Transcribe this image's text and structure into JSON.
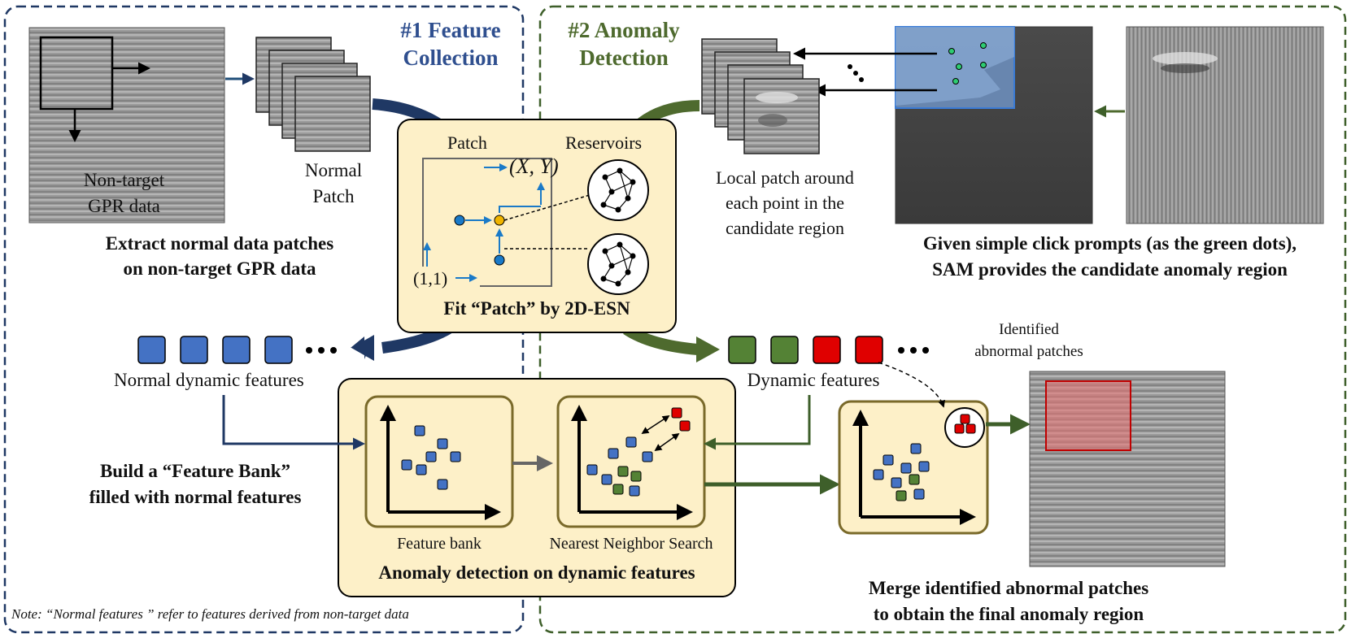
{
  "section1": {
    "title_line1": "#1  Feature",
    "title_line2": "Collection",
    "gpr_label_line1": "Non-target",
    "gpr_label_line2": "GPR data",
    "normal_patch_line1": "Normal",
    "normal_patch_line2": "Patch",
    "extract_caption_line1": "Extract normal data patches",
    "extract_caption_line2": "on non-target GPR data",
    "normal_features_label": "Normal dynamic features",
    "feature_bank_caption_line1": "Build a  “Feature Bank”",
    "feature_bank_caption_line2": "filled with normal features",
    "note": "Note:  “Normal features ” refer to features derived  from non-target data"
  },
  "section2": {
    "title_line1": "#2  Anomaly",
    "title_line2": "Detection",
    "local_patch_line1": "Local patch around",
    "local_patch_line2": "each point in the",
    "local_patch_line3": "candidate region",
    "sam_caption_line1": "Given simple click prompts (as the green dots),",
    "sam_caption_line2": "SAM provides the candidate anomaly region",
    "dynamic_features_label": "Dynamic features",
    "identified_line1": "Identified",
    "identified_line2": "abnormal patches",
    "merge_caption_line1": "Merge identified abnormal patches",
    "merge_caption_line2": "to obtain the final anomaly region"
  },
  "esn_box": {
    "patch_label": "Patch",
    "reservoirs_label": "Reservoirs",
    "xy_label": "(X, Y)",
    "origin_label": "(1,1)",
    "caption": "Fit “Patch” by 2D-ESN"
  },
  "detection_box": {
    "feature_bank_label": "Feature bank",
    "nn_search_label": "Nearest Neighbor Search",
    "caption": "Anomaly detection on dynamic features"
  },
  "colors": {
    "section1_border": "#1f3864",
    "section2_border": "#3e5f2a",
    "panel_fill": "#fdf0c8",
    "panel_border": "#7a6a2a",
    "normal_feature": "#4472c4",
    "candidate_normal": "#548235",
    "anomaly": "#e00000",
    "small_arrow": "#1a7ac8"
  }
}
